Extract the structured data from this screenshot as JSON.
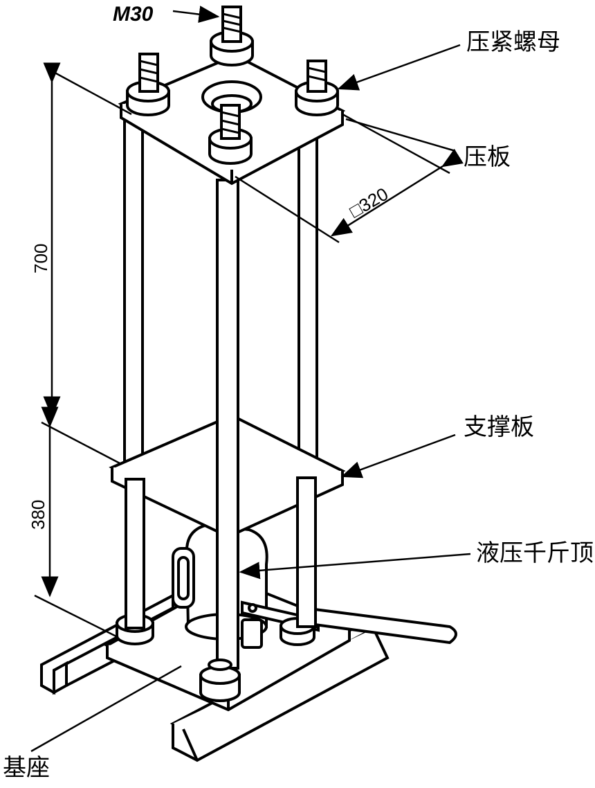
{
  "callouts": {
    "nut": "压紧螺母",
    "press_plate": "压板",
    "support_plate": "支撑板",
    "jack": "液压千斤顶",
    "base": "基座"
  },
  "dimensions": {
    "bolt": "M30",
    "upper_height": "700",
    "lower_height": "380",
    "plate_size": "□320"
  },
  "colors": {
    "line": "#000000",
    "background": "#ffffff"
  }
}
